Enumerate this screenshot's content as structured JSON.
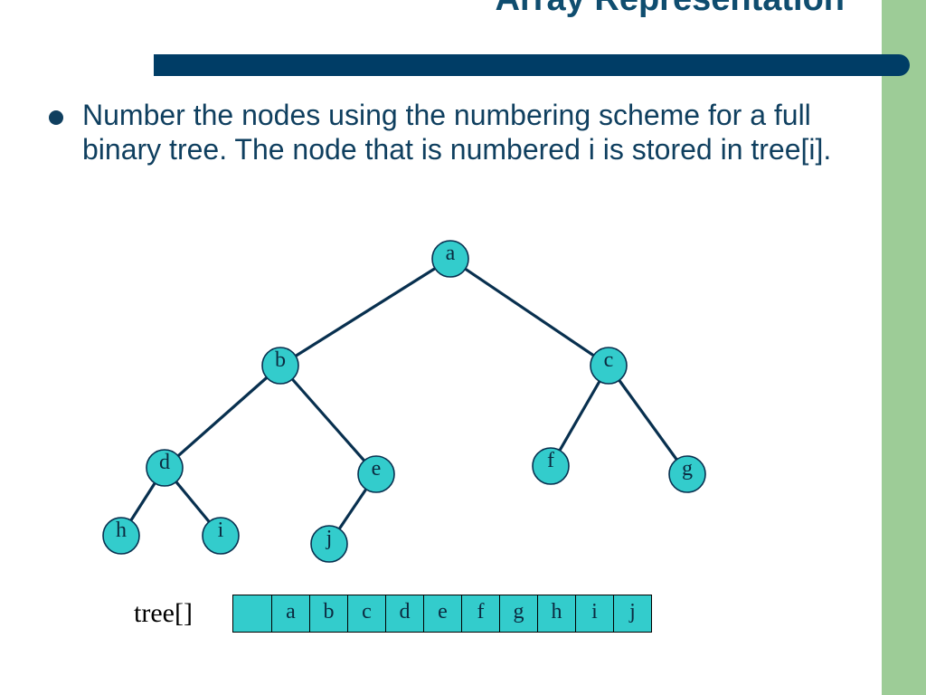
{
  "slide": {
    "title": "Array Representation",
    "bullet": "Number the nodes using the numbering scheme for a full binary tree. The node that is numbered i is stored in tree[i]."
  },
  "tree": {
    "nodes": [
      {
        "id": "a",
        "label": "a"
      },
      {
        "id": "b",
        "label": "b"
      },
      {
        "id": "c",
        "label": "c"
      },
      {
        "id": "d",
        "label": "d"
      },
      {
        "id": "e",
        "label": "e"
      },
      {
        "id": "f",
        "label": "f"
      },
      {
        "id": "g",
        "label": "g"
      },
      {
        "id": "h",
        "label": "h"
      },
      {
        "id": "i",
        "label": "i"
      },
      {
        "id": "j",
        "label": "j"
      }
    ],
    "edges": [
      {
        "from": "a",
        "to": "b"
      },
      {
        "from": "a",
        "to": "c"
      },
      {
        "from": "b",
        "to": "d"
      },
      {
        "from": "b",
        "to": "e"
      },
      {
        "from": "c",
        "to": "f"
      },
      {
        "from": "c",
        "to": "g"
      },
      {
        "from": "d",
        "to": "h"
      },
      {
        "from": "d",
        "to": "i"
      },
      {
        "from": "e",
        "to": "j"
      }
    ]
  },
  "array": {
    "label": "tree[]",
    "cells": [
      "",
      "a",
      "b",
      "c",
      "d",
      "e",
      "f",
      "g",
      "h",
      "i",
      "j"
    ]
  },
  "colors": {
    "node_fill": "#33cccc",
    "title": "#0f4d6f",
    "title_bar": "#003d66",
    "side_band": "#9dcc97"
  }
}
